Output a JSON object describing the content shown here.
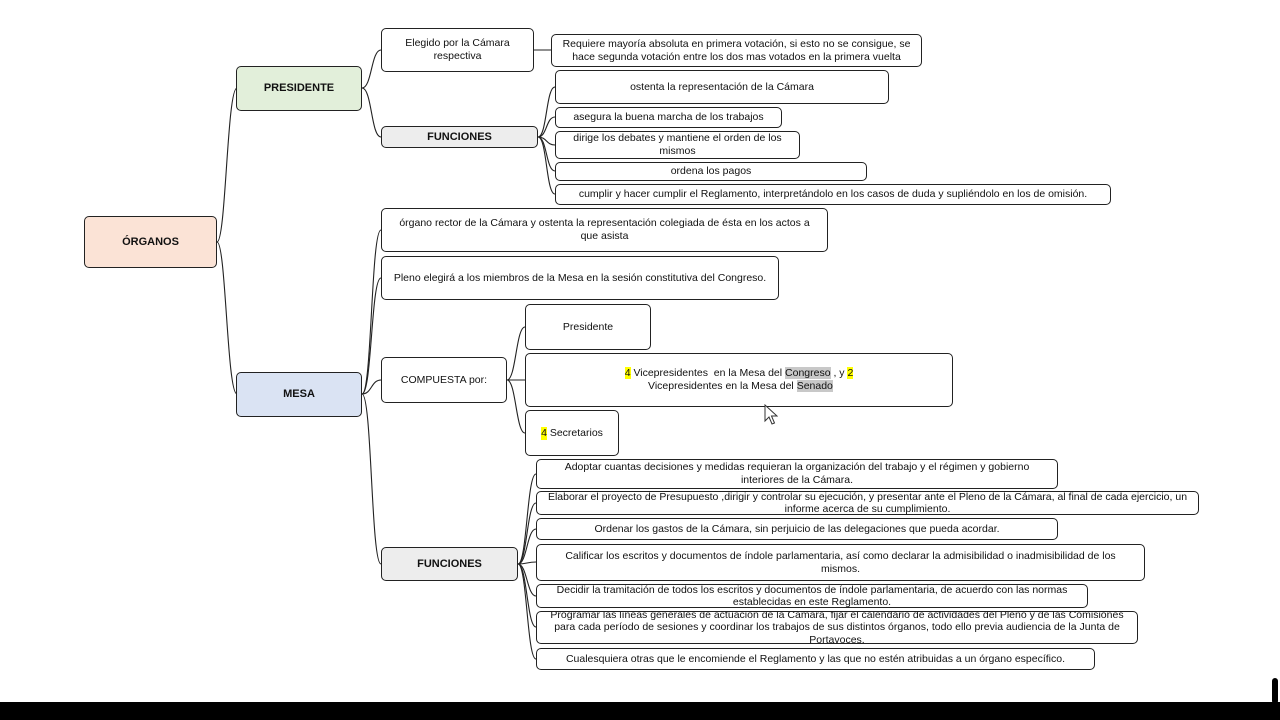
{
  "colors": {
    "root": "#fbe3d6",
    "presidente": "#e2efda",
    "mesa": "#dae3f3",
    "funciones": "#ededed"
  },
  "root": "ÓRGANOS",
  "presidente": {
    "label": "PRESIDENTE",
    "elegido": "Elegido por la Cámara respectiva",
    "votacion": "Requiere mayoría absoluta en primera votación,  si esto no se consigue, se hace segunda votación entre los dos mas votados en la primera vuelta",
    "funciones_label": "FUNCIONES",
    "funciones": [
      "ostenta la representación de la Cámara",
      "asegura la buena marcha de los trabajos",
      "dirige los debates y mantiene el orden de los mismos",
      "ordena los pagos",
      "cumplir y hacer cumplir el Reglamento, interpretándolo en los casos de duda y supliéndolo en los de omisión."
    ]
  },
  "mesa": {
    "label": "MESA",
    "organo": "órgano rector de la Cámara y ostenta la representación colegiada de ésta en los actos a que asista",
    "pleno": "Pleno elegirá a los miembros de la Mesa en la sesión constitutiva del Congreso.",
    "compuesta_label": "COMPUESTA por:",
    "compuesta": {
      "presidente": "Presidente",
      "vice_num1": "4",
      "vice_text1": " Vicepresidentes  en la Mesa del ",
      "vice_congreso": "Congreso",
      "vice_text2": " , y ",
      "vice_num2": "2",
      "vice_text3": " Vicepresidentes en la Mesa del ",
      "vice_senado": "Senado",
      "sec_num": "4",
      "sec_text": " Secretarios"
    },
    "funciones_label": "FUNCIONES",
    "funciones": [
      "Adoptar cuantas decisiones y medidas requieran la organización del trabajo y el régimen y gobierno interiores de la Cámara.",
      "Elaborar el proyecto de Presupuesto ,dirigir y controlar su ejecución, y presentar ante el Pleno de la Cámara, al final de cada ejercicio, un informe acerca de su cumplimiento.",
      "Ordenar los gastos de la Cámara, sin perjuicio de las delegaciones que pueda acordar.",
      "Calificar los escritos y documentos de índole parlamentaria, así como declarar la admisibilidad o inadmisibilidad de los mismos.",
      "Decidir la tramitación de todos los escritos y documentos de índole parlamentaria, de acuerdo con las normas establecidas en este Reglamento.",
      "Programar las líneas generales de actuación de la Cámara, fijar el calendario de actividades del Pleno y de las Comisiones para cada período de sesiones y coordinar los trabajos de sus distintos órganos, todo ello previa audiencia de la Junta de Portavoces.",
      "Cualesquiera otras que le encomiende el Reglamento y las que no estén atribuidas a un órgano específico."
    ]
  }
}
